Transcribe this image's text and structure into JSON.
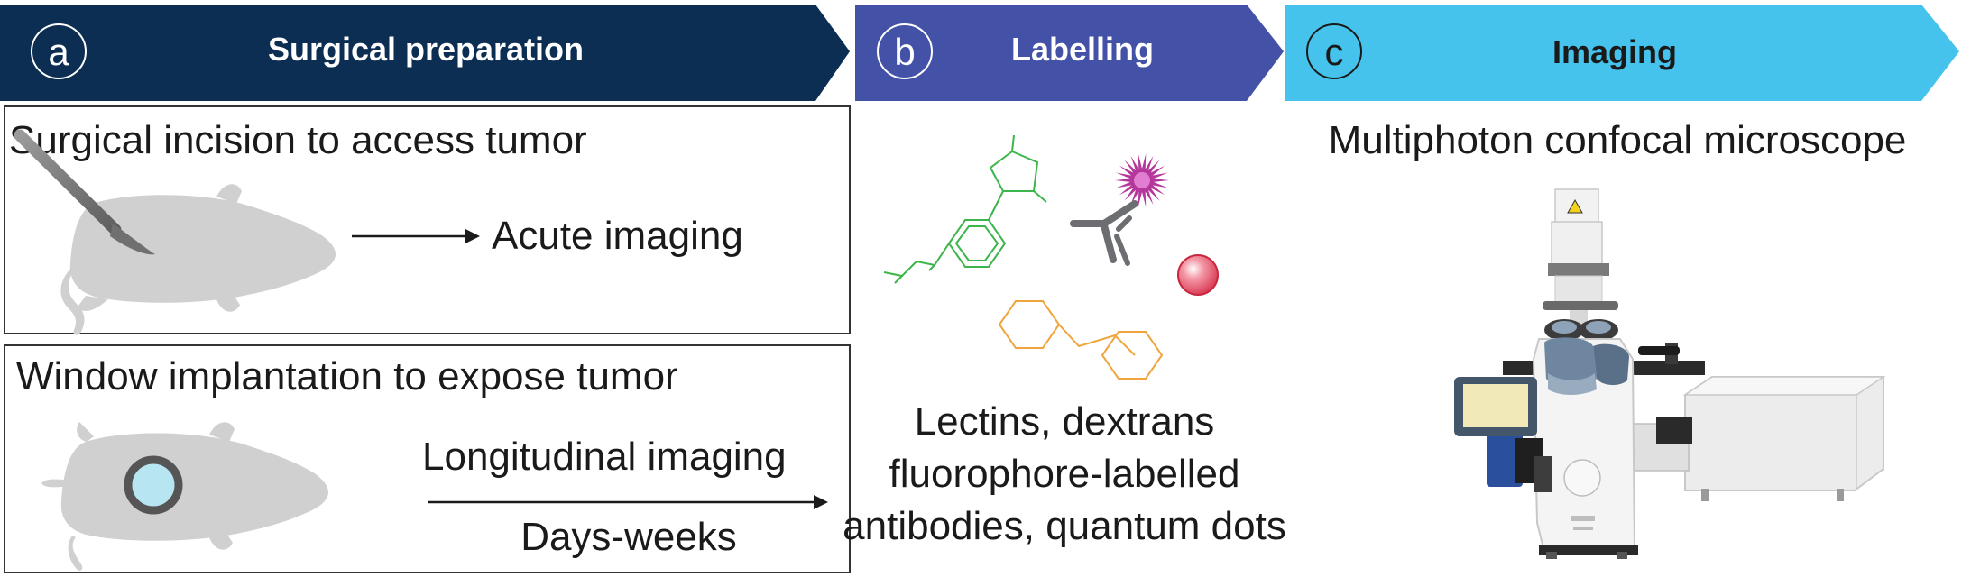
{
  "colors": {
    "banner_a": "#0b2e52",
    "banner_b": "#4352a7",
    "banner_c": "#45c3ec",
    "box_border": "#333333",
    "mouse": "#d0d0d0",
    "molecule_green": "#3cb54a",
    "molecule_orange": "#f0a53c",
    "antibody": "#6d6e71",
    "burst": "#b5379b",
    "quantum_dot": "#e55a70"
  },
  "banners": [
    {
      "letter": "a",
      "title": "Surgical preparation"
    },
    {
      "letter": "b",
      "title": "Labelling"
    },
    {
      "letter": "c",
      "title": "Imaging"
    }
  ],
  "panel_a": {
    "box1": {
      "title": "Surgical incision to access tumor",
      "arrow_label": "Acute imaging"
    },
    "box2": {
      "title": "Window implantation to expose tumor",
      "arrow_label_top": "Longitudinal imaging",
      "arrow_label_bottom": "Days-weeks"
    }
  },
  "panel_b": {
    "caption_lines": [
      "Lectins, dextrans",
      "fluorophore-labelled",
      "antibodies, quantum dots"
    ]
  },
  "panel_c": {
    "title": "Multiphoton confocal microscope"
  }
}
